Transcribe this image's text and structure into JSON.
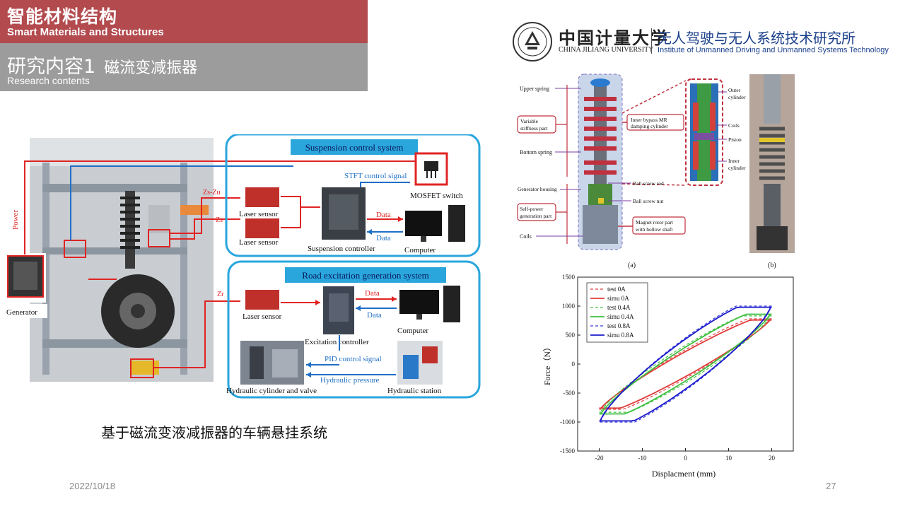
{
  "header": {
    "title_cn": "智能材料结构",
    "title_en": "Smart Materials and Structures",
    "section_cn": "研究内容1",
    "section_topic": "磁流变减振器",
    "section_en": "Research contents"
  },
  "logo": {
    "university_cn": "中国计量大学",
    "university_en": "CHINA JILIANG UNIVERSITY",
    "institute_cn": "无人驾驶与无人系统技术研究所",
    "institute_en": "Institute of Unmanned Driving and Unmanned Systems Technology"
  },
  "test_rig": {
    "suspension_title": "Suspension control system",
    "stft_label": "STFT control signal",
    "mosfet_label": "MOSFET switch",
    "zs_zu": "Zs-Zu",
    "zs": "Zs",
    "zr": "Zr",
    "laser_sensor_1": "Laser sensor",
    "laser_sensor_2": "Laser sensor",
    "laser_sensor_3": "Laser sensor",
    "data_1": "Data",
    "data_2": "Data",
    "data_3": "Data",
    "data_4": "Data",
    "suspension_controller": "Suspension controller",
    "computer_1": "Computer",
    "computer_2": "Computer",
    "road_title": "Road excitation generation system",
    "excitation_controller": "Excitation controller",
    "pid_label": "PID control signal",
    "hydraulic_pressure": "Hydraulic pressure",
    "hydraulic_cylinder": "Hydraulic cylinder and valve",
    "hydraulic_station": "Hydraulic station",
    "power_label": "Power",
    "generator_label": "Generator"
  },
  "damper_figure": {
    "upper_spring": "Upper spring",
    "variable_stiffness_1": "Variable",
    "variable_stiffness_2": "stiffness part",
    "bottom_spring": "Bottom spring",
    "generator_housing": "Generator housing",
    "self_power_1": "Self-power",
    "self_power_2": "generation part",
    "coils_left": "Coils",
    "inner_bypass_1": "Inner bypass MR",
    "inner_bypass_2": "damping cylinder",
    "ball_screw_rod": "Ball screw rod",
    "ball_screw_nut": "Ball screw nut",
    "magnet_rotor_1": "Magnet rotor  part",
    "magnet_rotor_2": "with hollow shaft",
    "outer_cylinder_1": "Outer",
    "outer_cylinder_2": "cylinder",
    "coils_right": "Coils",
    "piston": "Piston",
    "inner_cylinder_1": "Inner",
    "inner_cylinder_2": "cylinder",
    "label_a": "(a)",
    "label_b": "(b)"
  },
  "chart_data": {
    "type": "line",
    "title": "",
    "xlabel": "Displacment (mm)",
    "ylabel": "Force（N）",
    "xlim": [
      -25,
      25
    ],
    "ylim": [
      -1500,
      1500
    ],
    "xticks": [
      -20,
      -10,
      0,
      10,
      20
    ],
    "yticks": [
      -1500,
      -1000,
      -500,
      0,
      500,
      1000,
      1500
    ],
    "legend_position": "top-left",
    "series": [
      {
        "name": "test  0A",
        "color": "#e03a3a",
        "dash": true,
        "amplitude": 780,
        "hysteresis": 230
      },
      {
        "name": "simu 0A",
        "color": "#e03a3a",
        "dash": false,
        "amplitude": 760,
        "hysteresis": 200
      },
      {
        "name": "test  0.4A",
        "color": "#3fbf3f",
        "dash": true,
        "amplitude": 830,
        "hysteresis": 300
      },
      {
        "name": "simu 0.4A",
        "color": "#3fbf3f",
        "dash": false,
        "amplitude": 860,
        "hysteresis": 270
      },
      {
        "name": "test  0.8A",
        "color": "#3a3ae0",
        "dash": true,
        "amplitude": 1000,
        "hysteresis": 420
      },
      {
        "name": "simu 0.8A",
        "color": "#1a1acc",
        "dash": false,
        "amplitude": 980,
        "hysteresis": 400
      }
    ]
  },
  "caption": "基于磁流变液减振器的车辆悬挂系统",
  "footer": {
    "date": "2022/10/18",
    "page": "27"
  }
}
